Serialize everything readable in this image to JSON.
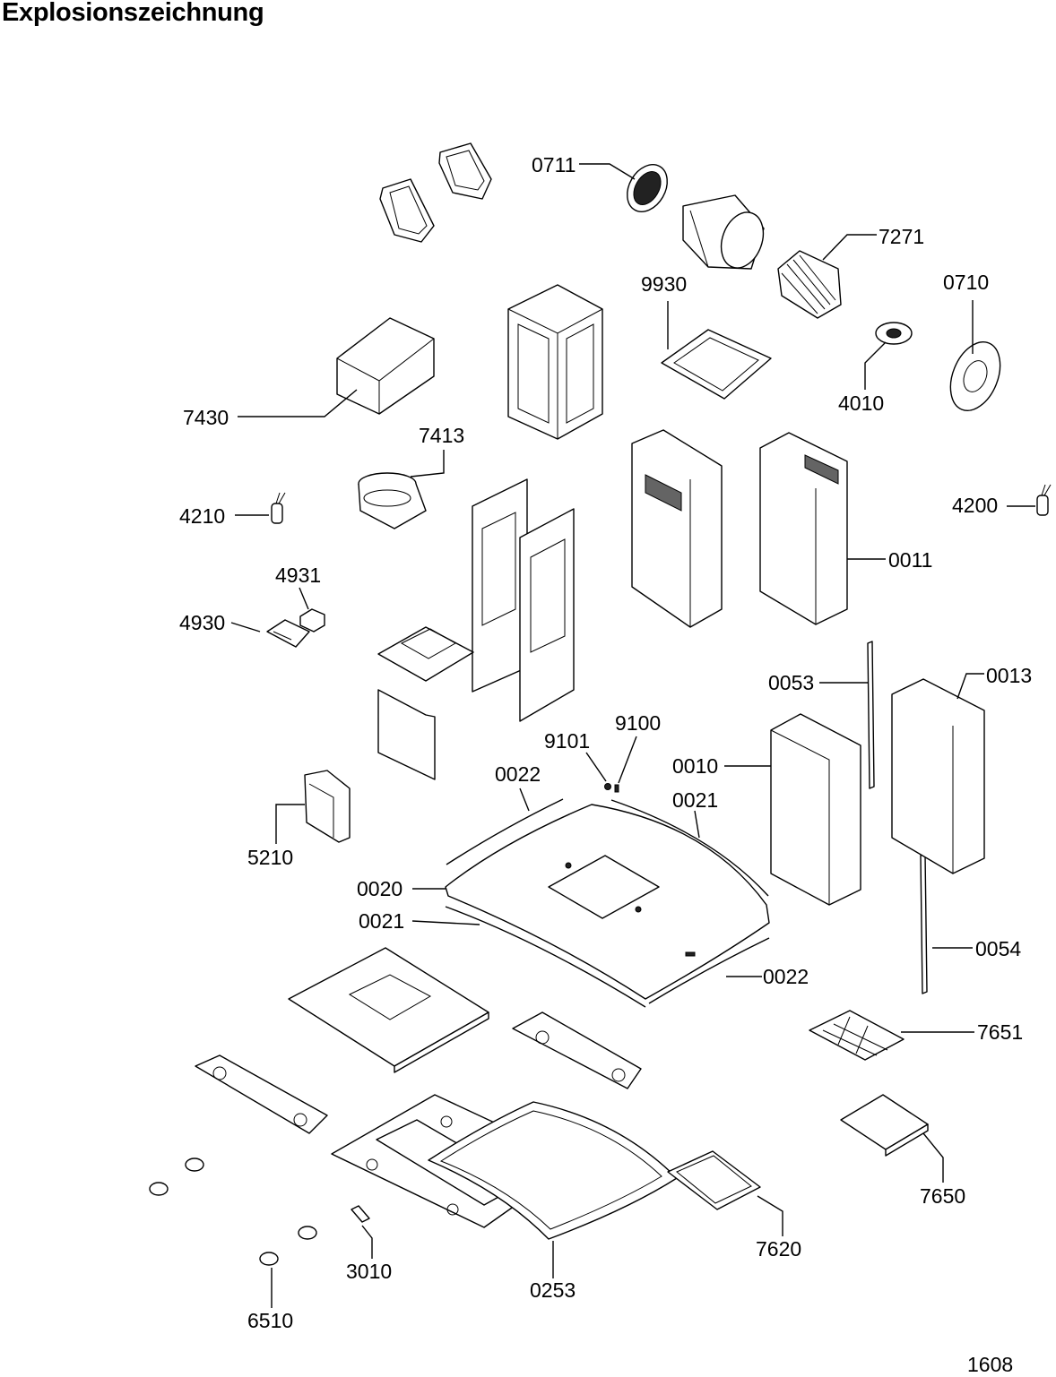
{
  "title": "Explosionszeichnung",
  "page_number": "1608",
  "labels": [
    {
      "id": "0711",
      "text": "0711"
    },
    {
      "id": "7271",
      "text": "7271"
    },
    {
      "id": "9930",
      "text": "9930"
    },
    {
      "id": "0710",
      "text": "0710"
    },
    {
      "id": "4010",
      "text": "4010"
    },
    {
      "id": "7430",
      "text": "7430"
    },
    {
      "id": "7413",
      "text": "7413"
    },
    {
      "id": "4210",
      "text": "4210"
    },
    {
      "id": "4200",
      "text": "4200"
    },
    {
      "id": "0011",
      "text": "0011"
    },
    {
      "id": "4931",
      "text": "4931"
    },
    {
      "id": "4930",
      "text": "4930"
    },
    {
      "id": "0053",
      "text": "0053"
    },
    {
      "id": "0013",
      "text": "0013"
    },
    {
      "id": "9101",
      "text": "9101"
    },
    {
      "id": "9100",
      "text": "9100"
    },
    {
      "id": "0022a",
      "text": "0022"
    },
    {
      "id": "0010",
      "text": "0010"
    },
    {
      "id": "0021a",
      "text": "0021"
    },
    {
      "id": "5210",
      "text": "5210"
    },
    {
      "id": "0020",
      "text": "0020"
    },
    {
      "id": "0021b",
      "text": "0021"
    },
    {
      "id": "0054",
      "text": "0054"
    },
    {
      "id": "0022b",
      "text": "0022"
    },
    {
      "id": "7651",
      "text": "7651"
    },
    {
      "id": "7650",
      "text": "7650"
    },
    {
      "id": "7620",
      "text": "7620"
    },
    {
      "id": "3010",
      "text": "3010"
    },
    {
      "id": "0253",
      "text": "0253"
    },
    {
      "id": "6510",
      "text": "6510"
    }
  ]
}
